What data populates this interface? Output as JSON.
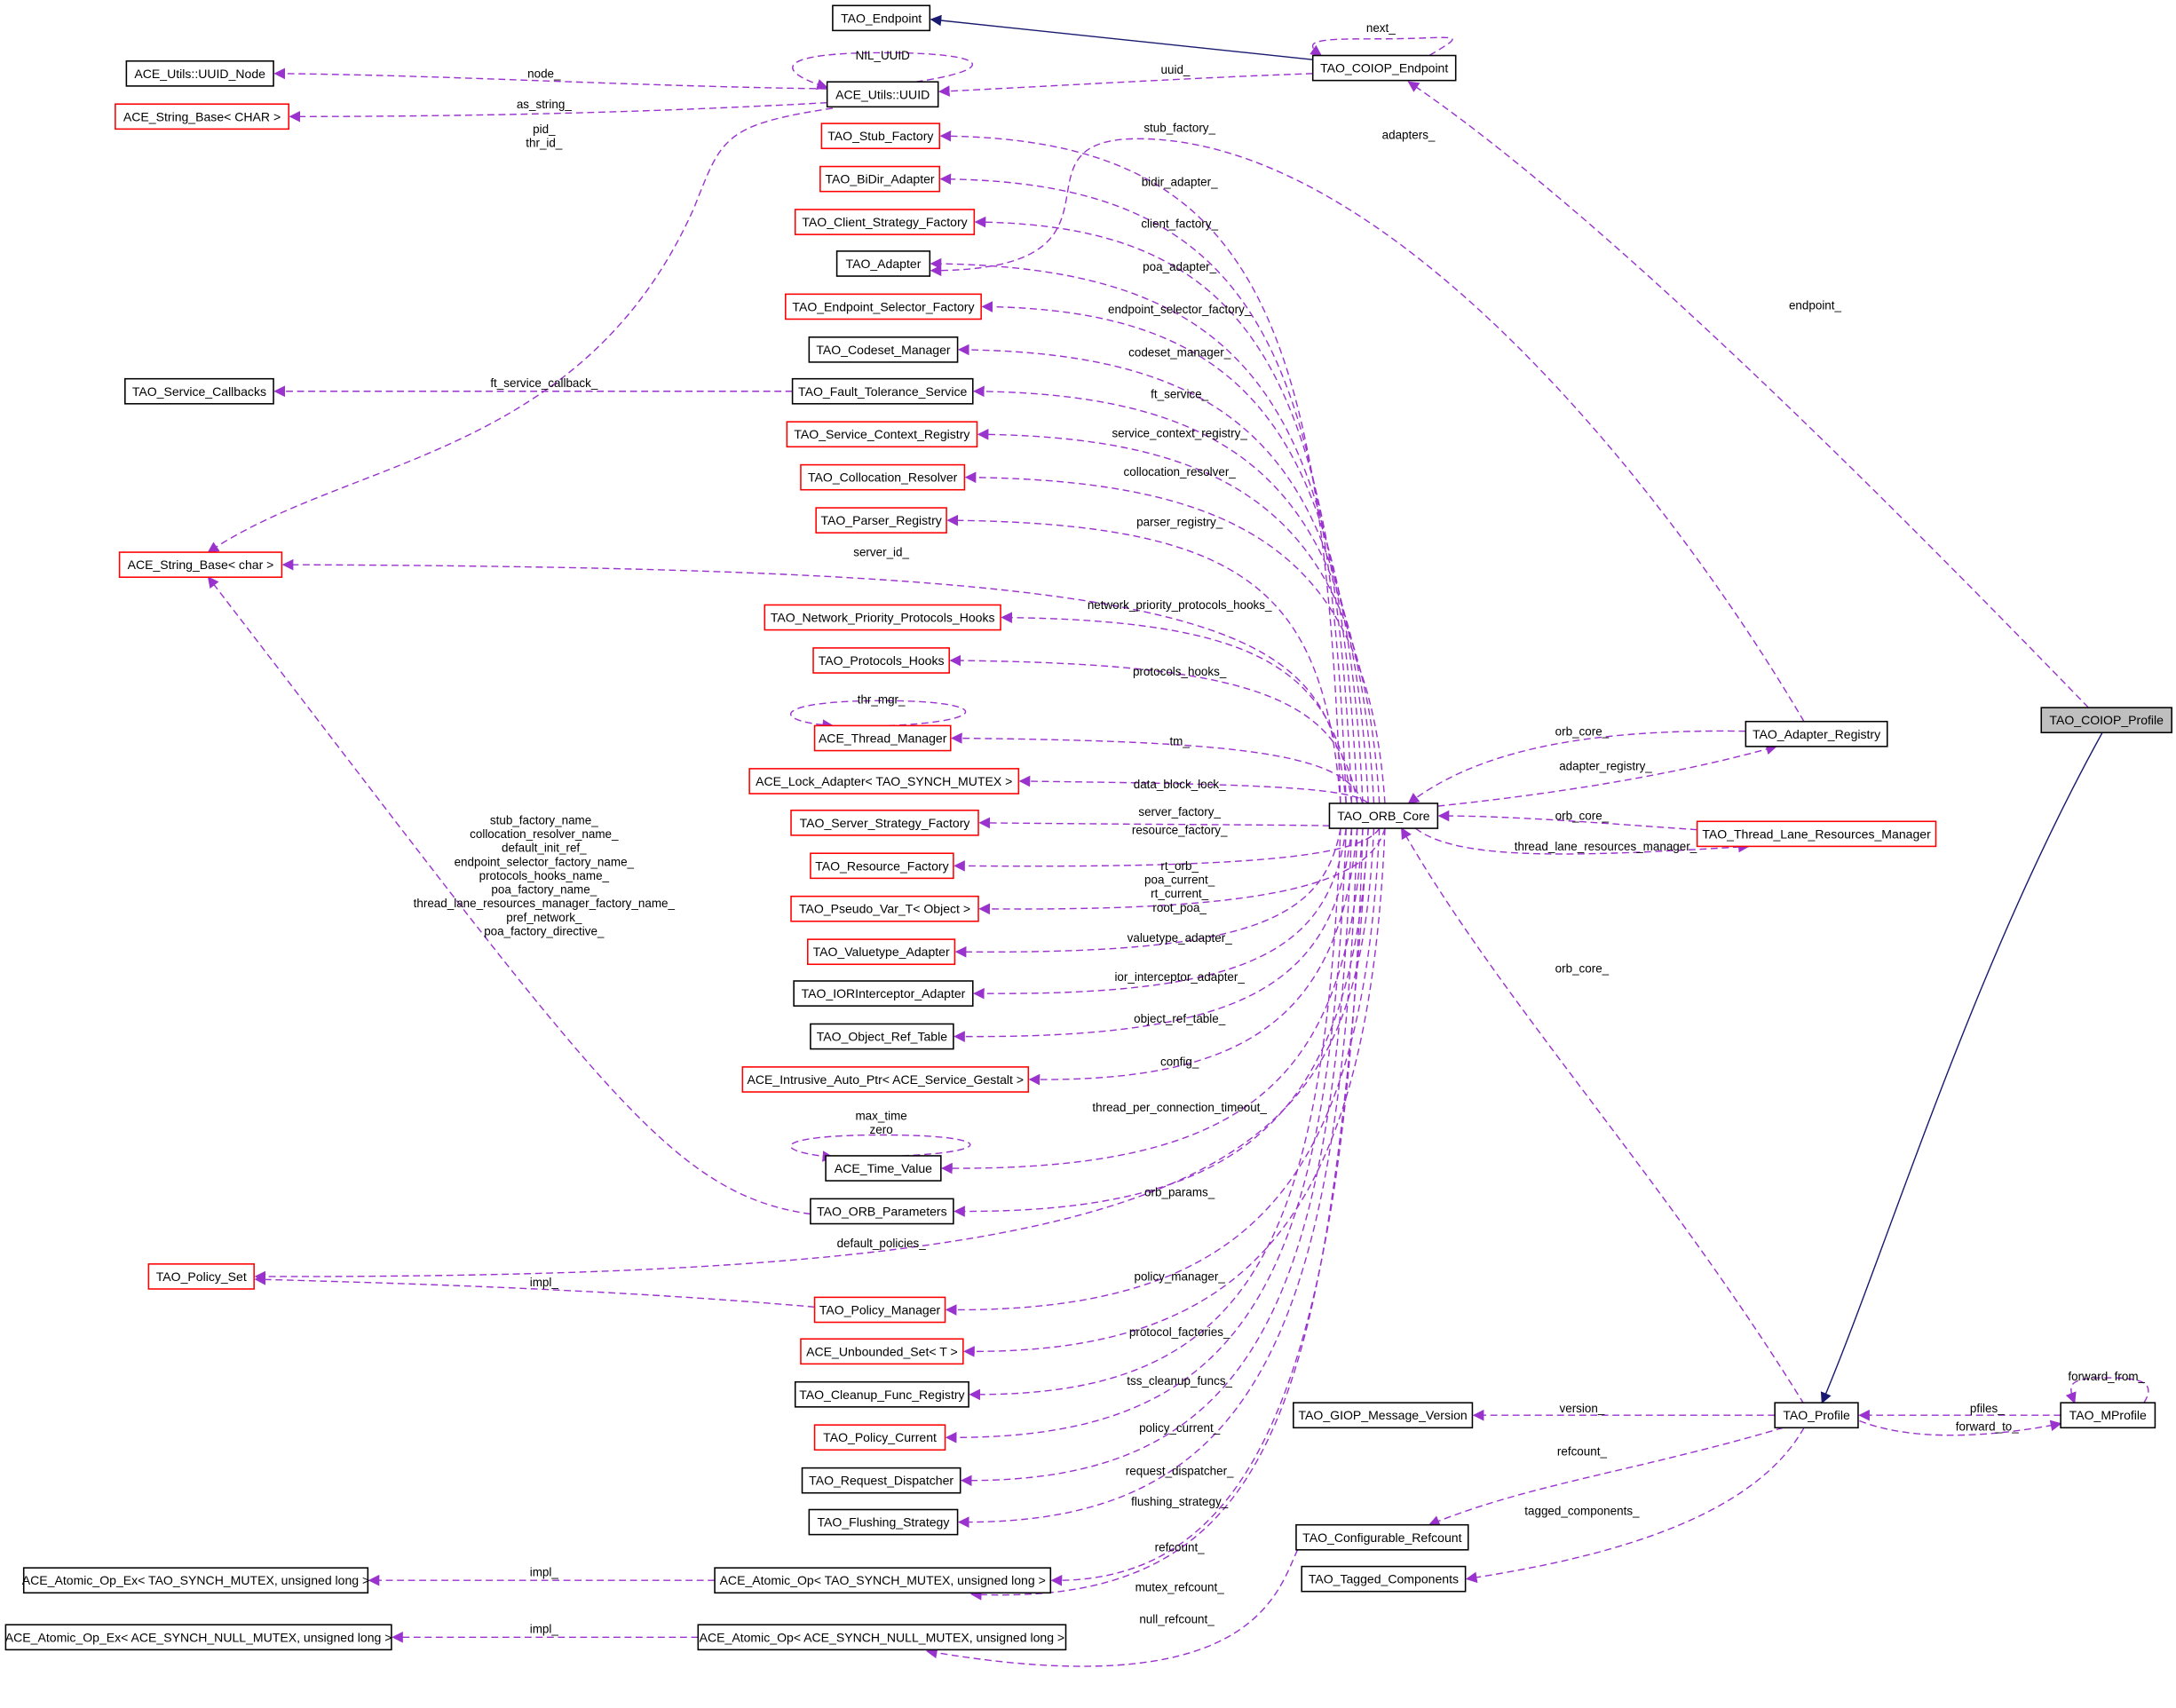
{
  "title": "TAO_COIOP_Profile collaboration diagram",
  "colors": {
    "member_edge": "#9a32cd",
    "inherit_edge": "#191970",
    "border_default": "#000000",
    "border_undocumented": "#ff0000",
    "focus_fill": "#bfbfbf"
  },
  "nodes": [
    {
      "id": "endpoint",
      "label": "TAO_Endpoint",
      "kind": "black"
    },
    {
      "id": "coiop_ep",
      "label": "TAO_COIOP_Endpoint",
      "kind": "black"
    },
    {
      "id": "uuid_node",
      "label": "ACE_Utils::UUID_Node",
      "kind": "black"
    },
    {
      "id": "uuid",
      "label": "ACE_Utils::UUID",
      "kind": "black"
    },
    {
      "id": "sb_CHAR",
      "label": "ACE_String_Base< CHAR >",
      "kind": "red"
    },
    {
      "id": "stub",
      "label": "TAO_Stub_Factory",
      "kind": "red"
    },
    {
      "id": "bidir",
      "label": "TAO_BiDir_Adapter",
      "kind": "red"
    },
    {
      "id": "csf",
      "label": "TAO_Client_Strategy_Factory",
      "kind": "red"
    },
    {
      "id": "adapter",
      "label": "TAO_Adapter",
      "kind": "black"
    },
    {
      "id": "esf",
      "label": "TAO_Endpoint_Selector_Factory",
      "kind": "red"
    },
    {
      "id": "codeset",
      "label": "TAO_Codeset_Manager",
      "kind": "black"
    },
    {
      "id": "svc_cb",
      "label": "TAO_Service_Callbacks",
      "kind": "black"
    },
    {
      "id": "ft",
      "label": "TAO_Fault_Tolerance_Service",
      "kind": "black"
    },
    {
      "id": "scr",
      "label": "TAO_Service_Context_Registry",
      "kind": "red"
    },
    {
      "id": "coll",
      "label": "TAO_Collocation_Resolver",
      "kind": "red"
    },
    {
      "id": "parser",
      "label": "TAO_Parser_Registry",
      "kind": "red"
    },
    {
      "id": "sb_char",
      "label": "ACE_String_Base< char >",
      "kind": "red"
    },
    {
      "id": "nph",
      "label": "TAO_Network_Priority_Protocols_Hooks",
      "kind": "red"
    },
    {
      "id": "ph",
      "label": "TAO_Protocols_Hooks",
      "kind": "red"
    },
    {
      "id": "thread_mgr",
      "label": "ACE_Thread_Manager",
      "kind": "red"
    },
    {
      "id": "lock",
      "label": "ACE_Lock_Adapter< TAO_SYNCH_MUTEX >",
      "kind": "red"
    },
    {
      "id": "ssf",
      "label": "TAO_Server_Strategy_Factory",
      "kind": "red"
    },
    {
      "id": "rf",
      "label": "TAO_Resource_Factory",
      "kind": "red"
    },
    {
      "id": "pseudo",
      "label": "TAO_Pseudo_Var_T< Object >",
      "kind": "red"
    },
    {
      "id": "valuetype",
      "label": "TAO_Valuetype_Adapter",
      "kind": "red"
    },
    {
      "id": "ior",
      "label": "TAO_IORInterceptor_Adapter",
      "kind": "black"
    },
    {
      "id": "ort",
      "label": "TAO_Object_Ref_Table",
      "kind": "black"
    },
    {
      "id": "iap",
      "label": "ACE_Intrusive_Auto_Ptr< ACE_Service_Gestalt >",
      "kind": "red"
    },
    {
      "id": "time_value",
      "label": "ACE_Time_Value",
      "kind": "black"
    },
    {
      "id": "orb_params",
      "label": "TAO_ORB_Parameters",
      "kind": "black"
    },
    {
      "id": "policy_set",
      "label": "TAO_Policy_Set",
      "kind": "red"
    },
    {
      "id": "policy_mgr",
      "label": "TAO_Policy_Manager",
      "kind": "red"
    },
    {
      "id": "unbounded",
      "label": "ACE_Unbounded_Set< T >",
      "kind": "red"
    },
    {
      "id": "cleanup",
      "label": "TAO_Cleanup_Func_Registry",
      "kind": "black"
    },
    {
      "id": "policy_current",
      "label": "TAO_Policy_Current",
      "kind": "red"
    },
    {
      "id": "req_disp",
      "label": "TAO_Request_Dispatcher",
      "kind": "black"
    },
    {
      "id": "flushing",
      "label": "TAO_Flushing_Strategy",
      "kind": "black"
    },
    {
      "id": "atomic_ex_mutex",
      "label": "ACE_Atomic_Op_Ex< TAO_SYNCH_MUTEX, unsigned long >",
      "kind": "black"
    },
    {
      "id": "atomic_mutex",
      "label": "ACE_Atomic_Op< TAO_SYNCH_MUTEX, unsigned long >",
      "kind": "black"
    },
    {
      "id": "atomic_ex_null",
      "label": "ACE_Atomic_Op_Ex< ACE_SYNCH_NULL_MUTEX, unsigned long >",
      "kind": "black"
    },
    {
      "id": "atomic_null",
      "label": "ACE_Atomic_Op< ACE_SYNCH_NULL_MUTEX, unsigned long >",
      "kind": "black"
    },
    {
      "id": "orb_core",
      "label": "TAO_ORB_Core",
      "kind": "black"
    },
    {
      "id": "adapter_reg",
      "label": "TAO_Adapter_Registry",
      "kind": "black"
    },
    {
      "id": "tlrm",
      "label": "TAO_Thread_Lane_Resources_Manager",
      "kind": "red"
    },
    {
      "id": "coiop_prof",
      "label": "TAO_COIOP_Profile",
      "kind": "focus"
    },
    {
      "id": "giop",
      "label": "TAO_GIOP_Message_Version",
      "kind": "black"
    },
    {
      "id": "profile",
      "label": "TAO_Profile",
      "kind": "black"
    },
    {
      "id": "mprofile",
      "label": "TAO_MProfile",
      "kind": "black"
    },
    {
      "id": "conf_ref",
      "label": "TAO_Configurable_Refcount",
      "kind": "black"
    },
    {
      "id": "tagged",
      "label": "TAO_Tagged_Components",
      "kind": "black"
    }
  ],
  "orb_core_members": [
    {
      "to": "stub",
      "labels": [
        "stub_factory_"
      ]
    },
    {
      "to": "bidir",
      "labels": [
        "bidir_adapter_"
      ]
    },
    {
      "to": "csf",
      "labels": [
        "client_factory_"
      ]
    },
    {
      "to": "adapter",
      "labels": [
        "poa_adapter_"
      ]
    },
    {
      "to": "esf",
      "labels": [
        "endpoint_selector_factory_"
      ]
    },
    {
      "to": "codeset",
      "labels": [
        "codeset_manager_"
      ]
    },
    {
      "to": "ft",
      "labels": [
        "ft_service_"
      ]
    },
    {
      "to": "scr",
      "labels": [
        "service_context_registry_"
      ]
    },
    {
      "to": "coll",
      "labels": [
        "collocation_resolver_"
      ]
    },
    {
      "to": "parser",
      "labels": [
        "parser_registry_"
      ]
    },
    {
      "to": "sb_char",
      "labels": [
        "server_id_"
      ]
    },
    {
      "to": "nph",
      "labels": [
        "network_priority_protocols_hooks_"
      ]
    },
    {
      "to": "ph",
      "labels": [
        "protocols_hooks_"
      ]
    },
    {
      "to": "thread_mgr",
      "labels": [
        "tm_"
      ]
    },
    {
      "to": "lock",
      "labels": [
        "data_block_lock_"
      ]
    },
    {
      "to": "ssf",
      "labels": [
        "server_factory_"
      ]
    },
    {
      "to": "rf",
      "labels": [
        "resource_factory_"
      ]
    },
    {
      "to": "pseudo",
      "labels": [
        "rt_orb_",
        "poa_current_",
        "rt_current_",
        "root_poa_"
      ]
    },
    {
      "to": "valuetype",
      "labels": [
        "valuetype_adapter_"
      ]
    },
    {
      "to": "ior",
      "labels": [
        "ior_interceptor_adapter_"
      ]
    },
    {
      "to": "ort",
      "labels": [
        "object_ref_table_"
      ]
    },
    {
      "to": "iap",
      "labels": [
        "config_"
      ]
    },
    {
      "to": "time_value",
      "labels": [
        "thread_per_connection_timeout_"
      ]
    },
    {
      "to": "orb_params",
      "labels": [
        "orb_params_"
      ]
    },
    {
      "to": "policy_set",
      "labels": [
        "default_policies_"
      ]
    },
    {
      "to": "policy_mgr",
      "labels": [
        "policy_manager_"
      ]
    },
    {
      "to": "unbounded",
      "labels": [
        "protocol_factories_"
      ]
    },
    {
      "to": "cleanup",
      "labels": [
        "tss_cleanup_funcs_"
      ]
    },
    {
      "to": "policy_current",
      "labels": [
        "policy_current_"
      ]
    },
    {
      "to": "req_disp",
      "labels": [
        "request_dispatcher_"
      ]
    },
    {
      "to": "flushing",
      "labels": [
        "flushing_strategy_"
      ]
    },
    {
      "to": "atomic_mutex",
      "labels": [
        "refcount_"
      ]
    },
    {
      "to": "atomic_mutex",
      "labels": [
        "mutex_refcount_"
      ]
    }
  ],
  "edges": [
    {
      "from": "coiop_ep",
      "to": "endpoint",
      "style": "inherit",
      "labels": []
    },
    {
      "from": "coiop_ep",
      "to": "coiop_ep",
      "style": "member",
      "labels": [
        "next_"
      ]
    },
    {
      "from": "coiop_ep",
      "to": "uuid",
      "style": "member",
      "labels": [
        "uuid_"
      ]
    },
    {
      "from": "uuid",
      "to": "uuid_node",
      "style": "member",
      "labels": [
        "node_"
      ]
    },
    {
      "from": "uuid",
      "to": "sb_CHAR",
      "style": "member",
      "labels": [
        "as_string_"
      ]
    },
    {
      "from": "uuid",
      "to": "uuid",
      "style": "member",
      "labels": [
        "NIL_UUID"
      ]
    },
    {
      "from": "uuid",
      "to": "sb_char",
      "style": "member",
      "labels": [
        "pid_",
        "thr_id_"
      ]
    },
    {
      "from": "adapter_reg",
      "to": "adapter",
      "style": "member",
      "labels": [
        "adapters_"
      ]
    },
    {
      "from": "coiop_prof",
      "to": "coiop_ep",
      "style": "member",
      "labels": [
        "endpoint_"
      ]
    },
    {
      "from": "ft",
      "to": "svc_cb",
      "style": "member",
      "labels": [
        "ft_service_callback_"
      ]
    },
    {
      "from": "thread_mgr",
      "to": "thread_mgr",
      "style": "member",
      "labels": [
        "thr_mgr_"
      ]
    },
    {
      "from": "time_value",
      "to": "time_value",
      "style": "member",
      "labels": [
        "max_time",
        "zero"
      ]
    },
    {
      "from": "orb_params",
      "to": "sb_char",
      "style": "member",
      "labels": [
        "stub_factory_name_",
        "collocation_resolver_name_",
        "default_init_ref_",
        "endpoint_selector_factory_name_",
        "protocols_hooks_name_",
        "poa_factory_name_",
        "thread_lane_resources_manager_factory_name_",
        "pref_network_",
        "poa_factory_directive_"
      ]
    },
    {
      "from": "policy_mgr",
      "to": "policy_set",
      "style": "member",
      "labels": [
        "impl_"
      ]
    },
    {
      "from": "atomic_mutex",
      "to": "atomic_ex_mutex",
      "style": "member",
      "labels": [
        "impl_"
      ]
    },
    {
      "from": "atomic_null",
      "to": "atomic_ex_null",
      "style": "member",
      "labels": [
        "impl_"
      ]
    },
    {
      "from": "adapter_reg",
      "to": "orb_core",
      "style": "member",
      "labels": [
        "orb_core_"
      ]
    },
    {
      "from": "orb_core",
      "to": "adapter_reg",
      "style": "member",
      "labels": [
        "adapter_registry_"
      ]
    },
    {
      "from": "tlrm",
      "to": "orb_core",
      "style": "member",
      "labels": [
        "orb_core_"
      ]
    },
    {
      "from": "orb_core",
      "to": "tlrm",
      "style": "member",
      "labels": [
        "thread_lane_resources_manager_"
      ]
    },
    {
      "from": "profile",
      "to": "orb_core",
      "style": "member",
      "labels": [
        "orb_core_"
      ]
    },
    {
      "from": "coiop_prof",
      "to": "profile",
      "style": "inherit",
      "labels": []
    },
    {
      "from": "profile",
      "to": "giop",
      "style": "member",
      "labels": [
        "version_"
      ]
    },
    {
      "from": "profile",
      "to": "conf_ref",
      "style": "member",
      "labels": [
        "refcount_"
      ]
    },
    {
      "from": "profile",
      "to": "tagged",
      "style": "member",
      "labels": [
        "tagged_components_"
      ]
    },
    {
      "from": "mprofile",
      "to": "profile",
      "style": "member",
      "labels": [
        "pfiles_"
      ]
    },
    {
      "from": "profile",
      "to": "mprofile",
      "style": "member",
      "labels": [
        "forward_to_"
      ]
    },
    {
      "from": "mprofile",
      "to": "mprofile",
      "style": "member",
      "labels": [
        "forward_from_"
      ]
    },
    {
      "from": "conf_ref",
      "to": "atomic_null",
      "style": "member",
      "labels": [
        "null_refcount_"
      ]
    }
  ]
}
